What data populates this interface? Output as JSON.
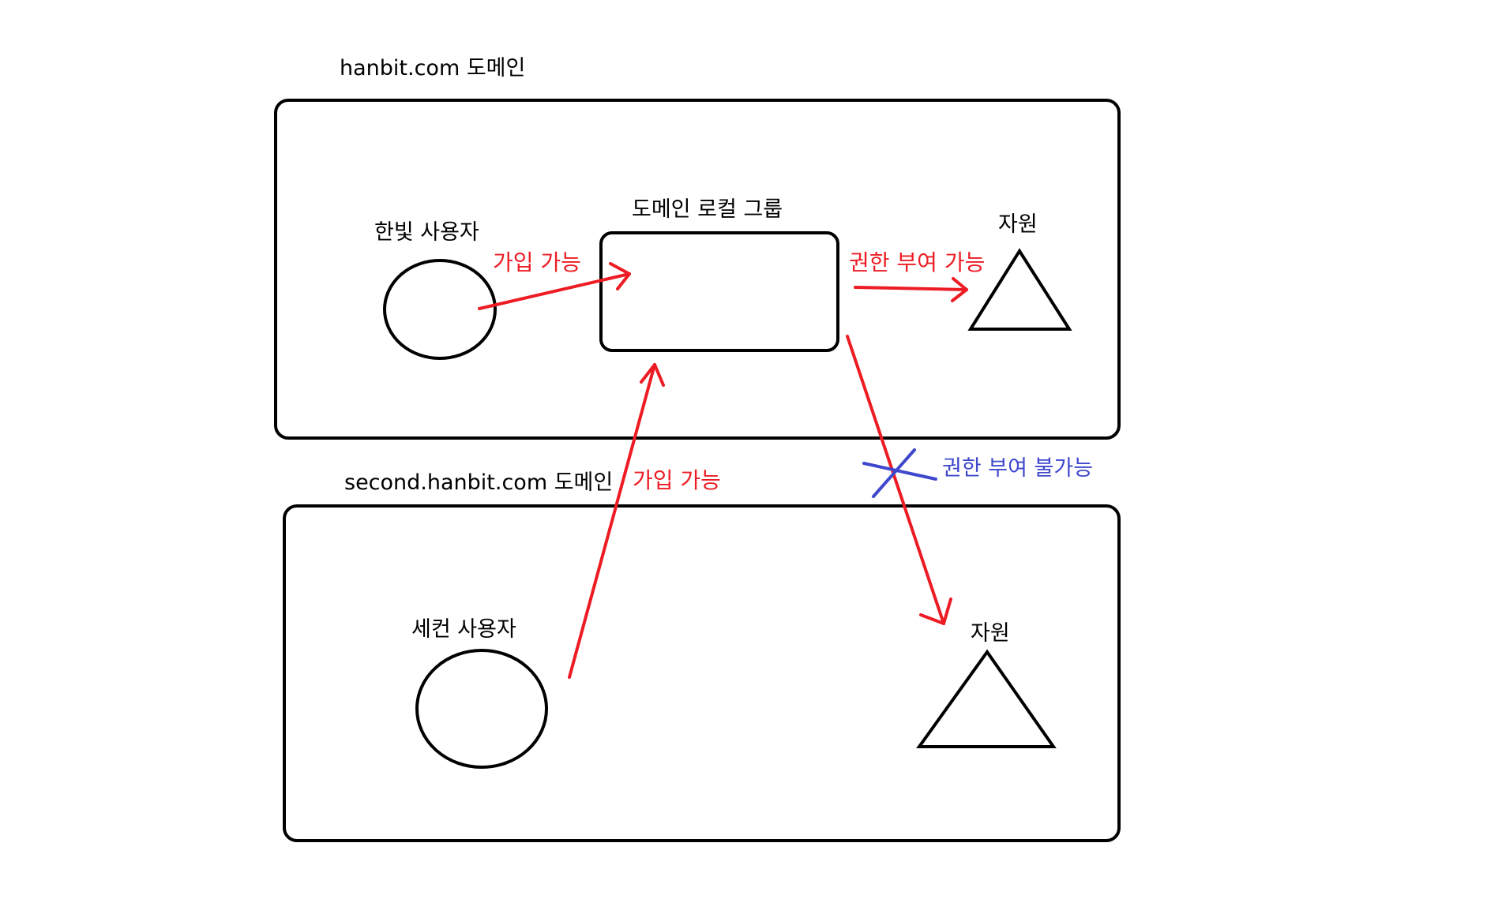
{
  "labels": {
    "top_domain": "hanbit.com 도메인",
    "bottom_domain": "second.hanbit.com 도메인",
    "top_user": "한빛 사용자",
    "bottom_user": "세컨 사용자",
    "local_group": "도메인 로컬 그룹",
    "top_resource": "자원",
    "bottom_resource": "자원",
    "join_possible_top": "가입 가능",
    "join_possible_bottom": "가입 가능",
    "grant_possible": "권한 부여 가능",
    "grant_impossible": "권한 부여 불가능"
  },
  "colors": {
    "outline": "#000000",
    "allowed": "#ed1c24",
    "denied": "#3f48cc",
    "background": "#ffffff"
  }
}
